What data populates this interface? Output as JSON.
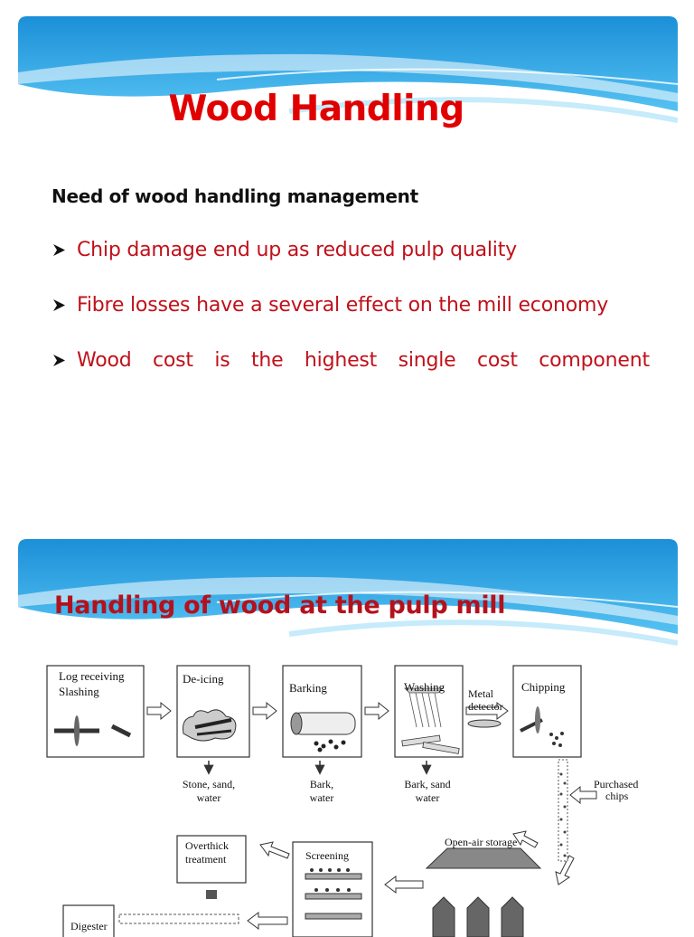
{
  "slide1": {
    "title": "Wood Handling",
    "subheading": "Need of wood handling management",
    "bullets": [
      "Chip damage end up as reduced pulp quality",
      "Fibre losses have a several effect on the mill economy",
      "Wood cost is the highest single cost component"
    ]
  },
  "slide2": {
    "title": "Handling of wood at the pulp mill",
    "diagram": {
      "log_receiving": "Log receiving",
      "slashing": "Slashing",
      "de_icing": "De-icing",
      "barking": "Barking",
      "washing": "Washing",
      "metal_detector_1": "Metal",
      "metal_detector_2": "detector",
      "chipping": "Chipping",
      "out_deicing_1": "Stone, sand,",
      "out_deicing_2": "water",
      "out_barking_1": "Bark,",
      "out_barking_2": "water",
      "out_washing_1": "Bark, sand",
      "out_washing_2": "water",
      "purchased_1": "Purchased",
      "purchased_2": "chips",
      "open_air": "Open-air storage",
      "overthick_1": "Overthick",
      "overthick_2": "treatment",
      "screening": "Screening",
      "digester": "Digester"
    }
  },
  "colors": {
    "title_red": "#e00000",
    "bullet_red": "#c0101a",
    "banner_blue": "#2a9fe3"
  }
}
